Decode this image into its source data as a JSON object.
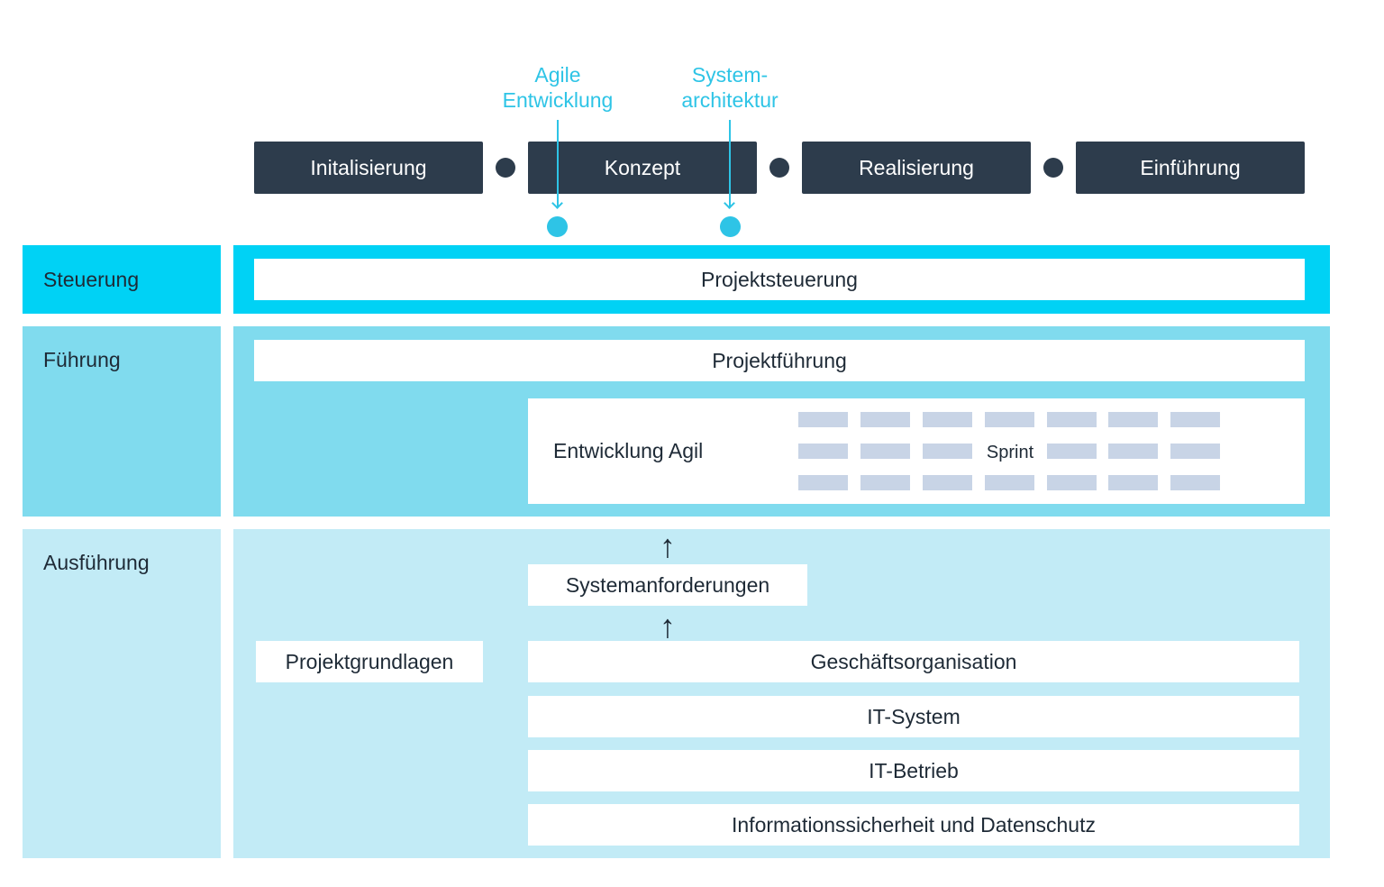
{
  "phases": [
    "Initalisierung",
    "Konzept",
    "Realisierung",
    "Einführung"
  ],
  "annotations": {
    "agile": [
      "Agile",
      "Entwicklung"
    ],
    "system": [
      "System-",
      "architektur"
    ]
  },
  "rows": {
    "steuerung": {
      "label": "Steuerung",
      "box": "Projektsteuerung"
    },
    "fuehrung": {
      "label": "Führung",
      "box": "Projektführung",
      "agile_label": "Entwicklung Agil",
      "sprint": "Sprint"
    },
    "ausfuehrung": {
      "label": "Ausführung",
      "grundlagen": "Projektgrundlagen",
      "anforderungen": "Systemanforderungen",
      "stack": [
        "Geschäftsorganisation",
        "IT-System",
        "IT-Betrieb",
        "Informationssicherheit und Datenschutz"
      ]
    }
  },
  "colors": {
    "phase_bg": "#2d3c4c",
    "accent": "#2ec4e6",
    "steuerung": "#00d2f5",
    "fuehrung": "#80dbee",
    "ausfuehrung": "#c2ebf6",
    "sprint_cell": "#c8d4e6"
  }
}
